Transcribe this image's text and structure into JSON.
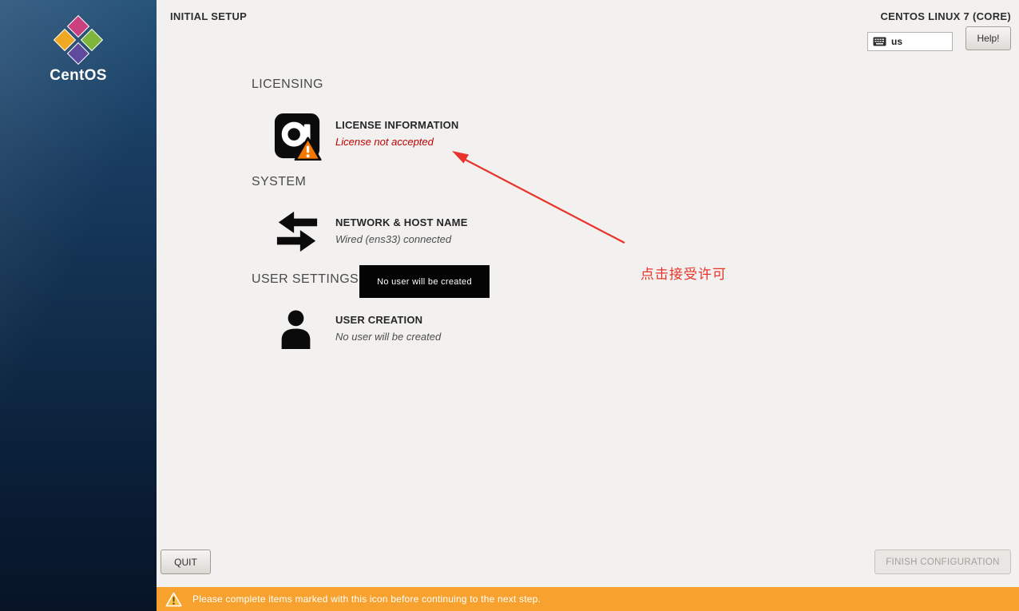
{
  "sidebar": {
    "brand": "CentOS"
  },
  "header": {
    "title": "INITIAL SETUP",
    "product": "CENTOS LINUX 7 (CORE)",
    "keyboard_layout": "us",
    "help_label": "Help!"
  },
  "hub": {
    "sections": [
      {
        "heading": "LICENSING",
        "items": [
          {
            "title": "LICENSE INFORMATION",
            "subtitle": "License not accepted",
            "state": "warning",
            "icon": "license-icon"
          }
        ]
      },
      {
        "heading": "SYSTEM",
        "items": [
          {
            "title": "NETWORK & HOST NAME",
            "subtitle": "Wired (ens33) connected",
            "state": "ok",
            "icon": "network-icon"
          }
        ]
      },
      {
        "heading": "USER SETTINGS",
        "items": [
          {
            "title": "USER CREATION",
            "subtitle": "No user will be created",
            "state": "none",
            "icon": "user-icon"
          }
        ]
      }
    ]
  },
  "tooltip": {
    "text": "No user will be created"
  },
  "annotation": {
    "text": "点击接受许可"
  },
  "footer": {
    "quit_label": "QUIT",
    "finish_label": "FINISH CONFIGURATION",
    "warning_message": "Please complete items marked with this icon before continuing to the next step."
  },
  "colors": {
    "warning_bar": "#f7a22f",
    "error_text": "#c00000",
    "annotation_red": "#e8332a",
    "sidebar_top": "#235077",
    "sidebar_bottom": "#071426"
  }
}
